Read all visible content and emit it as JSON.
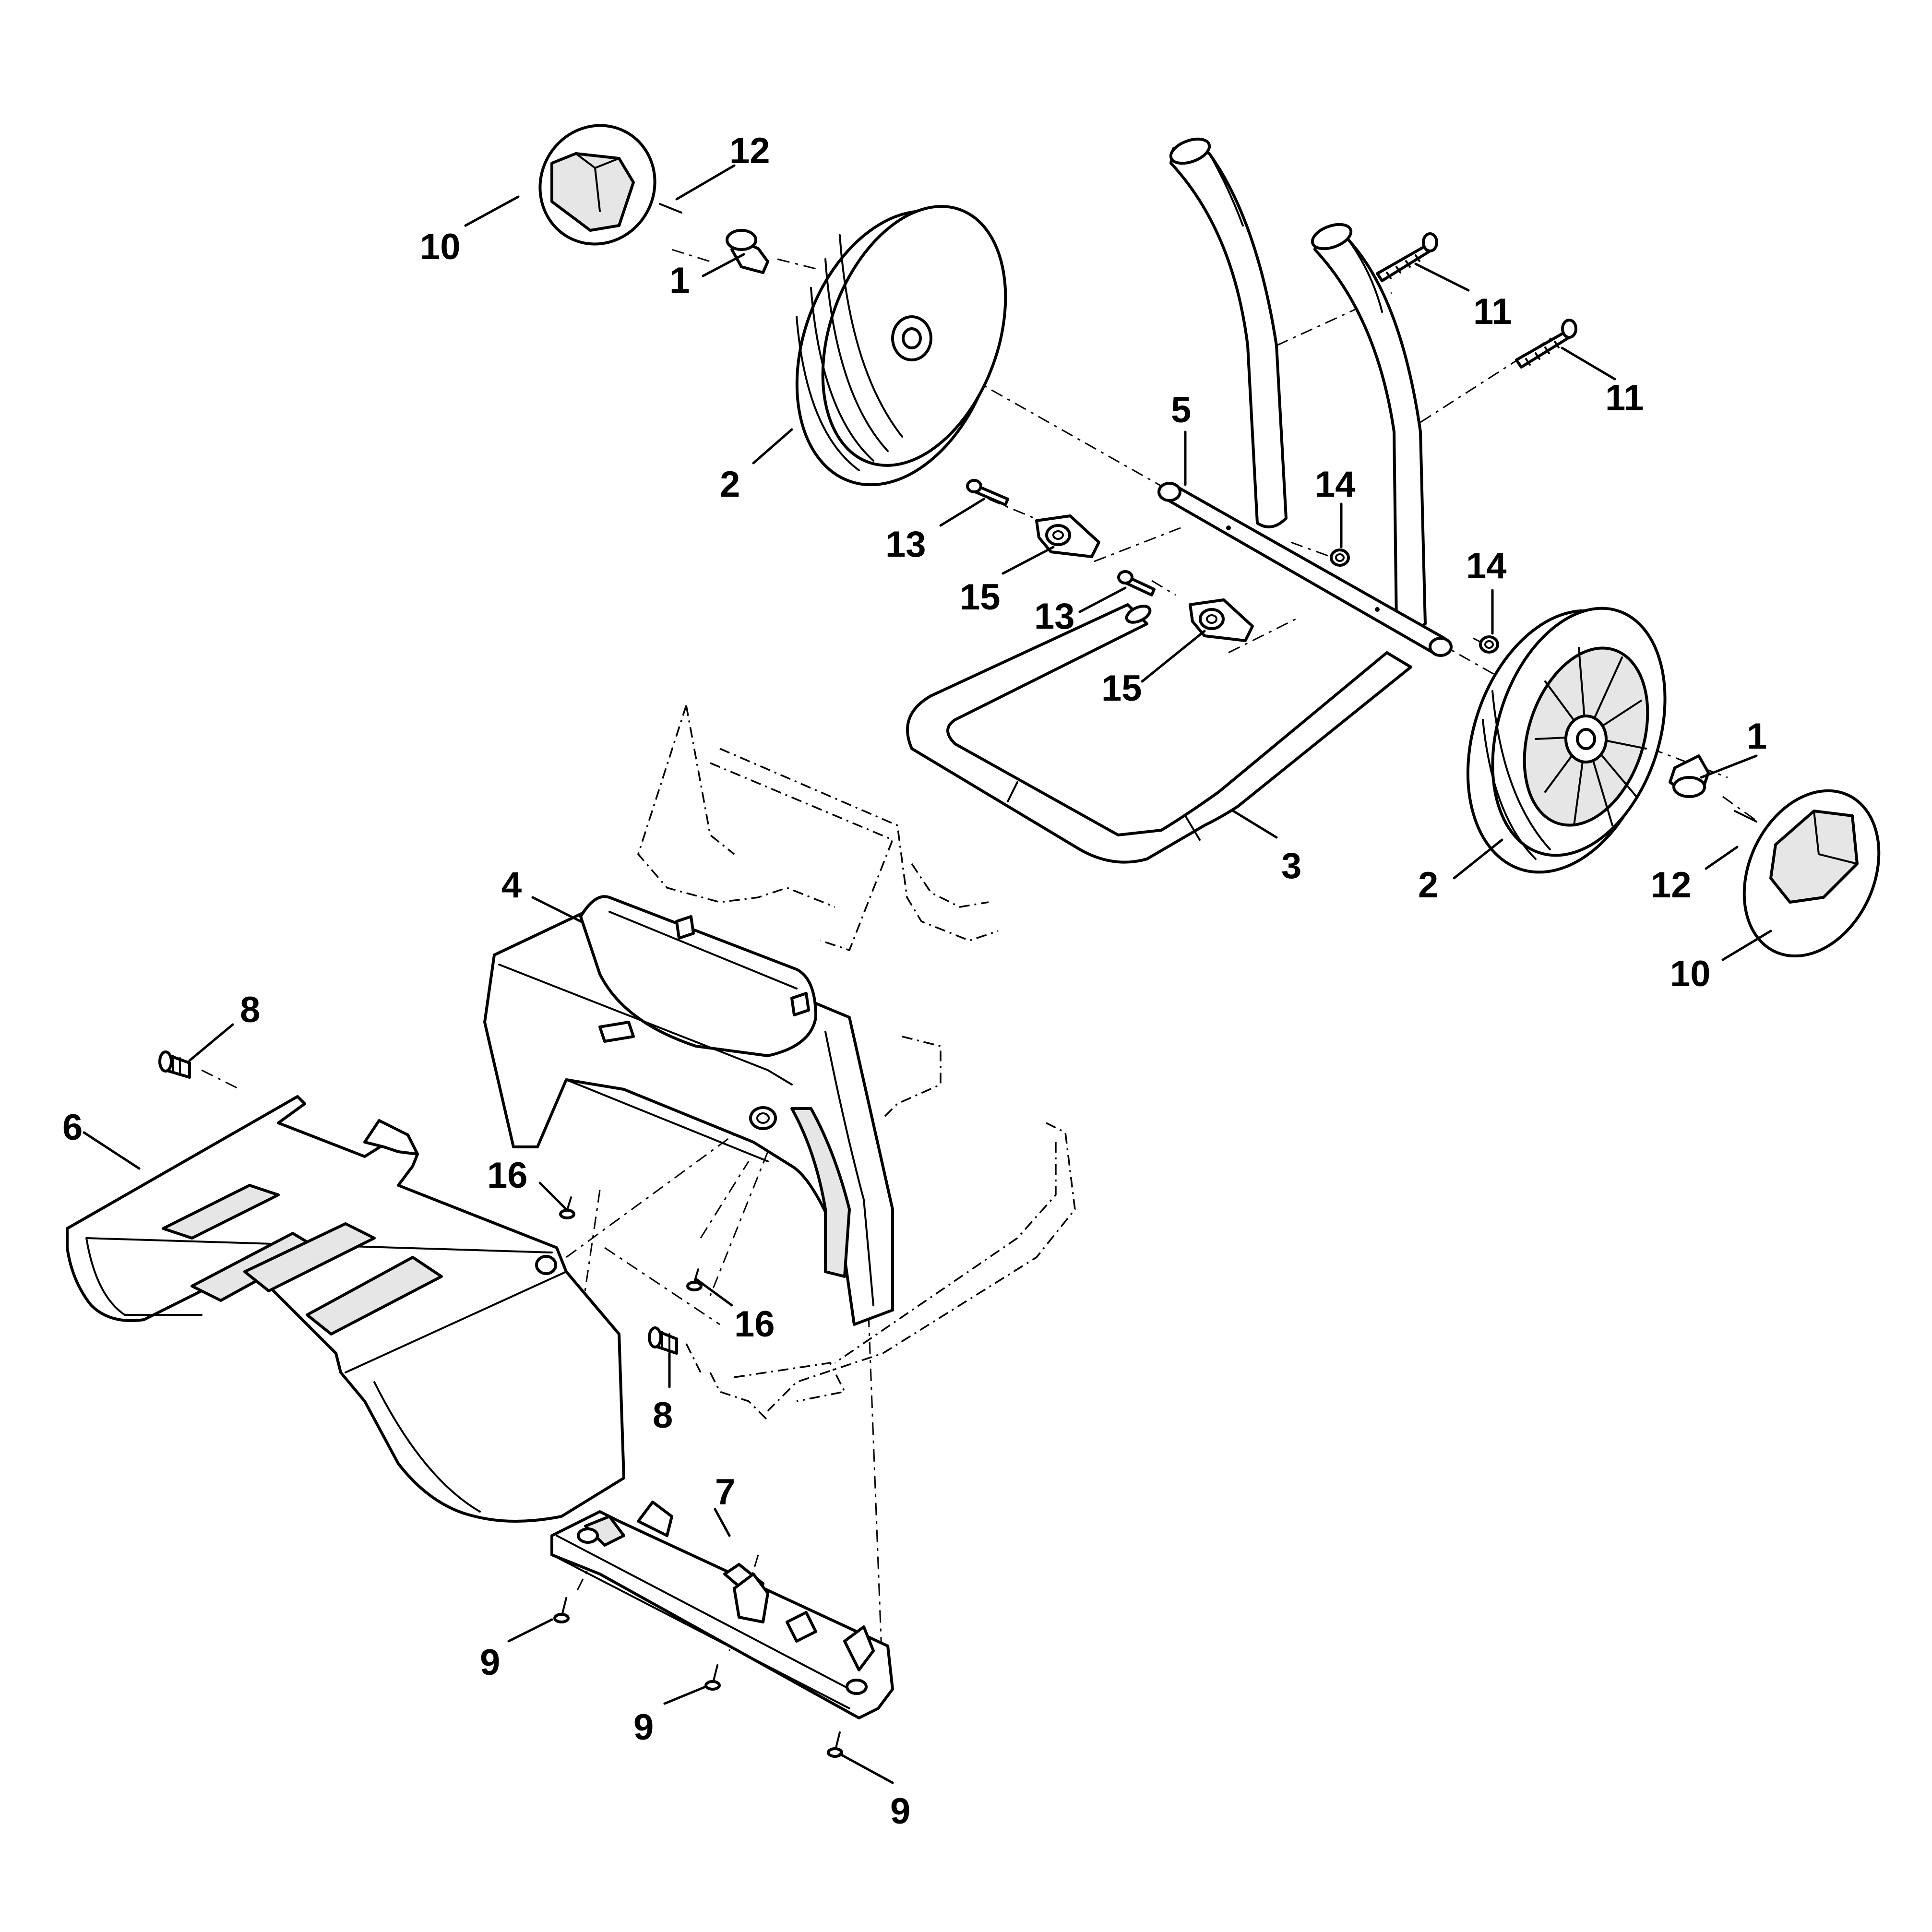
{
  "callouts": [
    {
      "id": "c10a",
      "text": "10"
    },
    {
      "id": "c12a",
      "text": "12"
    },
    {
      "id": "c1a",
      "text": "1"
    },
    {
      "id": "c2a",
      "text": "2"
    },
    {
      "id": "c11a",
      "text": "11"
    },
    {
      "id": "c11b",
      "text": "11"
    },
    {
      "id": "c5",
      "text": "5"
    },
    {
      "id": "c14a",
      "text": "14"
    },
    {
      "id": "c13a",
      "text": "13"
    },
    {
      "id": "c15a",
      "text": "15"
    },
    {
      "id": "c13b",
      "text": "13"
    },
    {
      "id": "c14b",
      "text": "14"
    },
    {
      "id": "c15b",
      "text": "15"
    },
    {
      "id": "c1b",
      "text": "1"
    },
    {
      "id": "c3",
      "text": "3"
    },
    {
      "id": "c2b",
      "text": "2"
    },
    {
      "id": "c12b",
      "text": "12"
    },
    {
      "id": "c10b",
      "text": "10"
    },
    {
      "id": "c4",
      "text": "4"
    },
    {
      "id": "c8a",
      "text": "8"
    },
    {
      "id": "c6",
      "text": "6"
    },
    {
      "id": "c16a",
      "text": "16"
    },
    {
      "id": "c16b",
      "text": "16"
    },
    {
      "id": "c8b",
      "text": "8"
    },
    {
      "id": "c7",
      "text": "7"
    },
    {
      "id": "c9a",
      "text": "9"
    },
    {
      "id": "c9b",
      "text": "9"
    },
    {
      "id": "c9c",
      "text": "9"
    }
  ],
  "colors": {
    "line": "#000000",
    "fill": "#ffffff",
    "shade": "#e6e6e6"
  }
}
